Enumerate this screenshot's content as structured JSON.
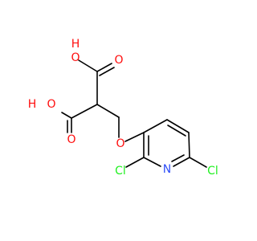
{
  "molecule": {
    "colors": {
      "bond": "#000000",
      "oxygen": "#ff0d0d",
      "nitrogen": "#3050f8",
      "chlorine": "#1ff01f",
      "background": "#ffffff"
    },
    "labels": {
      "oh_top": "O",
      "h_top": "H",
      "o_carbonyl_top": "O",
      "oh_left": "O",
      "h_left": "H",
      "o_carbonyl_left": "O",
      "o_ether": "O",
      "n_ring": "N",
      "cl_left": "Cl",
      "cl_right": "Cl"
    }
  }
}
